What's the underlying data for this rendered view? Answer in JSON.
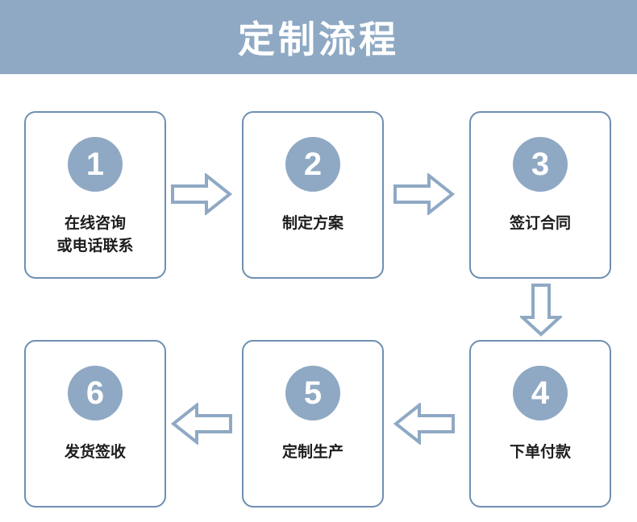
{
  "header": {
    "title": "定制流程"
  },
  "colors": {
    "header_background": "#8fa9c4",
    "header_text": "#ffffff",
    "card_border": "#6e8fb0",
    "badge_background": "#8fa9c4",
    "badge_text": "#ffffff",
    "card_text": "#1d1d1d",
    "arrow_stroke": "#8fa9c4",
    "page_background": "#ffffff"
  },
  "steps": [
    {
      "number": "1",
      "label": "在线咨询\n或电话联系"
    },
    {
      "number": "2",
      "label": "制定方案"
    },
    {
      "number": "3",
      "label": "签订合同"
    },
    {
      "number": "4",
      "label": "下单付款"
    },
    {
      "number": "5",
      "label": "定制生产"
    },
    {
      "number": "6",
      "label": "发货签收"
    }
  ],
  "arrows": [
    {
      "name": "arrow-step1-to-step2",
      "direction": "right"
    },
    {
      "name": "arrow-step2-to-step3",
      "direction": "right"
    },
    {
      "name": "arrow-step3-to-step4",
      "direction": "down"
    },
    {
      "name": "arrow-step4-to-step5",
      "direction": "left"
    },
    {
      "name": "arrow-step5-to-step6",
      "direction": "left"
    }
  ]
}
